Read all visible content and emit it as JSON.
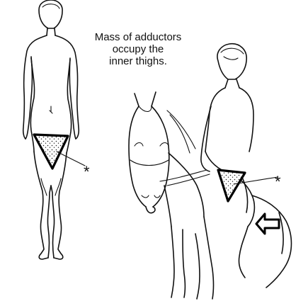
{
  "caption": {
    "line1": "Mass of adductors",
    "line2": "occupy the",
    "line3": "inner thighs."
  },
  "markers": {
    "standing": "*",
    "rider": "*"
  },
  "colors": {
    "ink": "#111111",
    "background": "#ffffff"
  },
  "icons": [
    "asterisk-marker",
    "hollow-arrow-icon"
  ]
}
